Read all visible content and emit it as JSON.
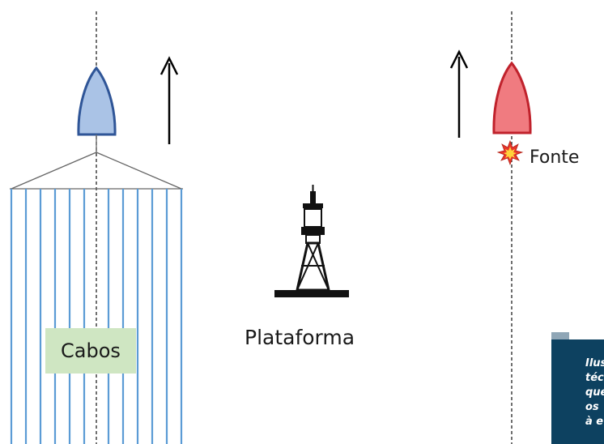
{
  "labels": {
    "cables": "Cabos",
    "platform": "Plataforma",
    "source": "Fonte"
  },
  "caption": {
    "text": "Ilus\ntécn\nque\nos \nà e"
  },
  "colors": {
    "streamer_vessel": "#aac3e6",
    "streamer_vessel_outline": "#2f5597",
    "source_vessel": "#f07b80",
    "source_vessel_outline": "#c0222c",
    "cables": "#5b9bd5",
    "cables_label_bg": "#cfe6c2",
    "caption_bg": "#0d4160"
  },
  "icons": {
    "platform": "oil-rig-icon",
    "source": "explosion-burst-icon"
  }
}
